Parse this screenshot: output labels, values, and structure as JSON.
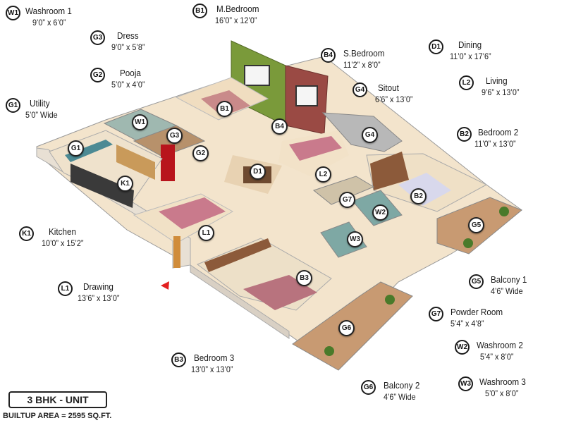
{
  "legend": [
    {
      "code": "W1",
      "name": "Washroom 1",
      "dim": "9’0” x 6’0”"
    },
    {
      "code": "G3",
      "name": "Dress",
      "dim": "9’0” x 5’8”"
    },
    {
      "code": "G2",
      "name": "Pooja",
      "dim": "5’0” x 4’0”"
    },
    {
      "code": "G1",
      "name": "Utility",
      "dim": "5’0” Wide"
    },
    {
      "code": "B1",
      "name": "M.Bedroom",
      "dim": "16’0” x 12’0”"
    },
    {
      "code": "B4",
      "name": "S.Bedroom",
      "dim": "11’2” x 8’0”"
    },
    {
      "code": "G4",
      "name": "Sitout",
      "dim": "6’6” x 13’0”"
    },
    {
      "code": "D1",
      "name": "Dining",
      "dim": "11’0” x 17’6”"
    },
    {
      "code": "L2",
      "name": "Living",
      "dim": "9’6” x 13’0”"
    },
    {
      "code": "B2",
      "name": "Bedroom 2",
      "dim": "11’0” x 13’0”"
    },
    {
      "code": "K1",
      "name": "Kitchen",
      "dim": "10’0” x 15’2”"
    },
    {
      "code": "L1",
      "name": "Drawing",
      "dim": "13’6” x 13’0”"
    },
    {
      "code": "B3",
      "name": "Bedroom 3",
      "dim": "13’0” x 13’0”"
    },
    {
      "code": "G6",
      "name": "Balcony 2",
      "dim": "4’6” Wide"
    },
    {
      "code": "G5",
      "name": "Balcony 1",
      "dim": "4’6” Wide"
    },
    {
      "code": "G7",
      "name": "Powder Room",
      "dim": "5’4” x 4’8”"
    },
    {
      "code": "W2",
      "name": "Washroom 2",
      "dim": "5’4” x 8’0”"
    },
    {
      "code": "W3",
      "name": "Washroom 3",
      "dim": "5’0” x 8’0”"
    }
  ],
  "markers": [
    "B1",
    "W1",
    "G3",
    "G1",
    "G2",
    "B4",
    "G4",
    "D1",
    "L2",
    "K1",
    "G7",
    "B2",
    "W2",
    "W3",
    "L1",
    "G5",
    "B3",
    "G6"
  ],
  "unit_label": "3 BHK - UNIT",
  "area_label": "BUILTUP AREA = 2595 SQ.FT.",
  "colors": {
    "wall_green": "#7a9a3a",
    "wall_red": "#9a4a44",
    "floor": "#f3e4cc",
    "balcony_tile": "#c89a72",
    "sofa": "#c97a8c",
    "door": "#d08c3a",
    "arrow": "#e32020"
  }
}
